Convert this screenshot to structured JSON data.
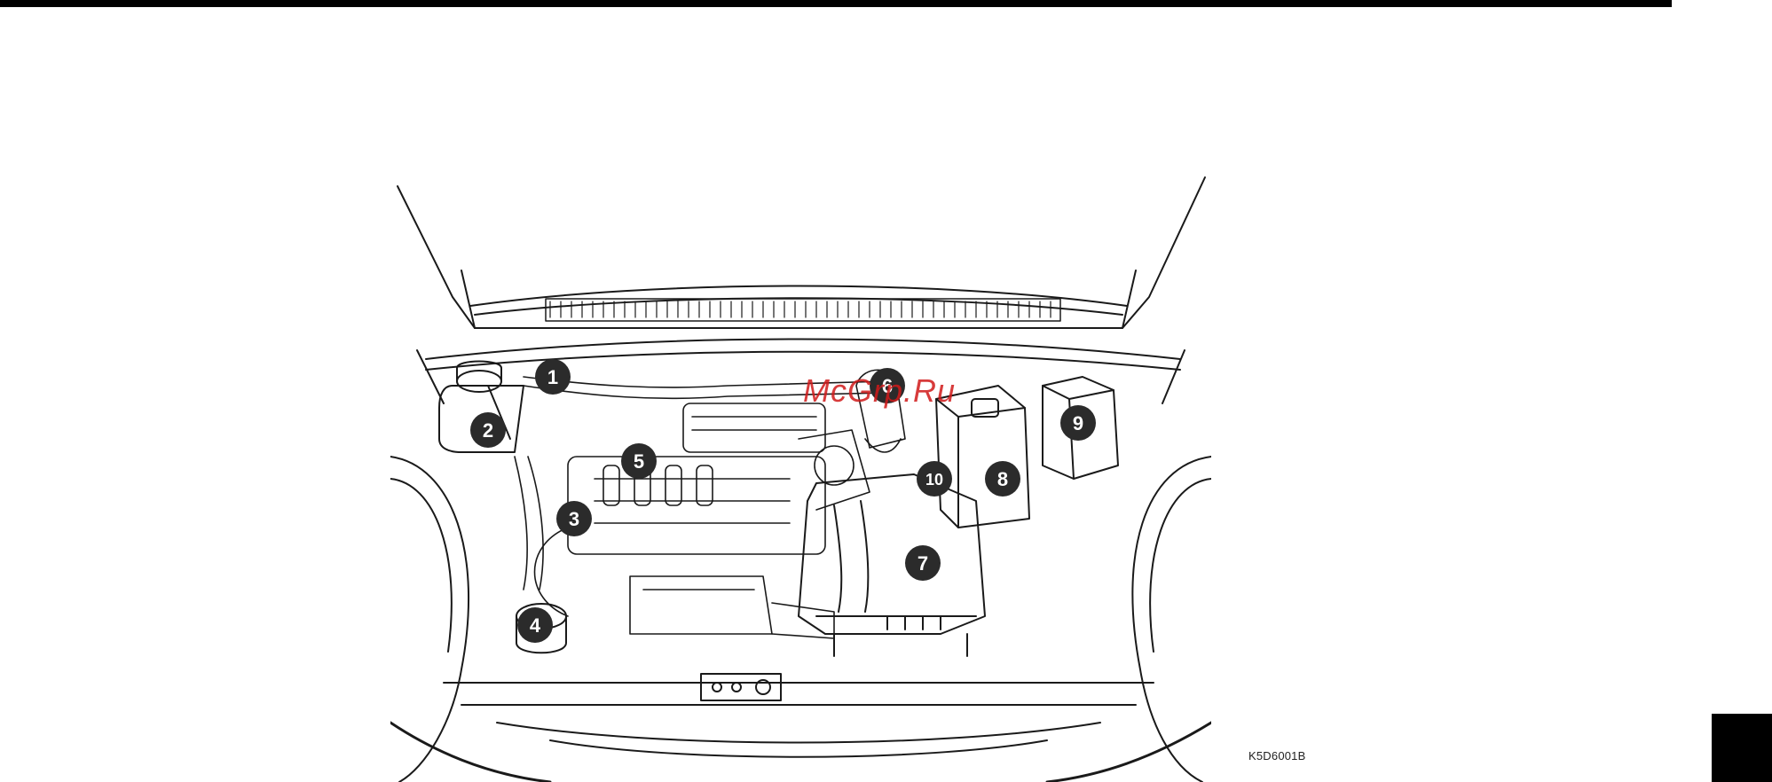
{
  "figure": {
    "code": "K5D6001B",
    "callouts": [
      "1",
      "2",
      "3",
      "4",
      "5",
      "6",
      "7",
      "8",
      "9",
      "10"
    ]
  },
  "watermark": "McGrp.Ru",
  "colors": {
    "ink": "#1a1a1a",
    "callout_fill": "#2b2b2b",
    "watermark": "#d11a1a"
  }
}
